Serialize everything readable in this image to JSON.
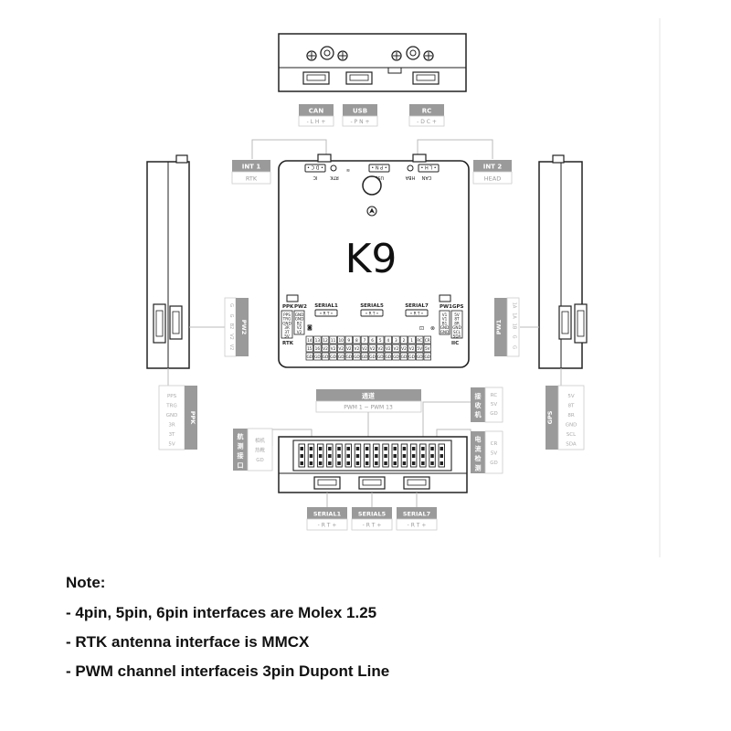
{
  "board": {
    "title": "K9",
    "int_labels": {
      "int1": {
        "title": "INT 1",
        "sub": "RTK"
      },
      "int2": {
        "title": "INT 2",
        "sub": "HEAD"
      }
    },
    "top_connectors": {
      "rtk": "RTK",
      "ic": "IC",
      "usb": "USB",
      "hba": "HBA",
      "can": "CAN",
      "pins_left": "• D C •",
      "pins_mid": "• P N •",
      "pins_right": "• L H •"
    },
    "left_group": {
      "ppk": "PPK",
      "pw2": "PW2",
      "rtk": "RTK",
      "pins_a": [
        "PPS",
        "TRG",
        "GND",
        "3R",
        "3T",
        "5V"
      ],
      "pins_b": [
        "GND",
        "GND",
        "B2",
        "V2",
        "V2"
      ]
    },
    "right_group": {
      "pw1": "PW1",
      "gps": "GPS",
      "ic": "IIC",
      "pins_a": [
        "V1",
        "V1",
        "B1",
        "GND",
        "GND"
      ],
      "pins_b": [
        "5V",
        "8T",
        "8R",
        "GND",
        "SCL",
        "SDA"
      ]
    },
    "serials": [
      {
        "name": "SERIAL1",
        "pins": "• R T •"
      },
      {
        "name": "SERIAL5",
        "pins": "• R T •"
      },
      {
        "name": "SERIAL7",
        "pins": "• R T •"
      }
    ],
    "pwm_top": [
      "14",
      "13",
      "12",
      "11",
      "10",
      "9",
      "8",
      "7",
      "6",
      "5",
      "4",
      "3",
      "2",
      "1",
      "RC",
      "CR"
    ],
    "pwm_mid": [
      "15",
      "16",
      "V2",
      "V2",
      "V2",
      "V2",
      "V2",
      "V2",
      "V2",
      "V2",
      "V2",
      "V2",
      "V2",
      "V2",
      "5V",
      "5V"
    ],
    "pwm_bot": [
      "GD",
      "GD",
      "GD",
      "GD",
      "GD",
      "GD",
      "GD",
      "GD",
      "GD",
      "GD",
      "GD",
      "GD",
      "GD",
      "GD",
      "GD",
      "GD"
    ]
  },
  "top_module": {
    "labels": [
      {
        "title": "CAN",
        "pins": "- L H +"
      },
      {
        "title": "USB",
        "pins": "- P N +"
      },
      {
        "title": "RC",
        "pins": "- D C +"
      }
    ]
  },
  "side_labels": {
    "pw2": {
      "title": "PW2",
      "pins": [
        "G",
        "G",
        "B2",
        "V2",
        "V2"
      ]
    },
    "pw1": {
      "title": "PW1",
      "pins": [
        "1A",
        "1A",
        "1B",
        "G",
        "G"
      ]
    },
    "ppk": {
      "title": "PPK",
      "pins": [
        "PPS",
        "TRG",
        "GND",
        "3R",
        "3T",
        "5V"
      ]
    },
    "gps": {
      "title": "GPS",
      "pins": [
        "5V",
        "8T",
        "8R",
        "GND",
        "SCL",
        "SDA"
      ]
    }
  },
  "bottom_module": {
    "channel": {
      "title": "通道",
      "sub": "PWM 1 ~ PWM 13"
    },
    "receiver": {
      "title": "接收机",
      "pins": [
        "RC",
        "5V",
        "GD"
      ]
    },
    "nav": {
      "title": "航测接口",
      "pins": [
        "相机",
        "热靴",
        "GD"
      ]
    },
    "current": {
      "title": "电流检测",
      "pins": [
        "CR",
        "5V",
        "GD"
      ]
    },
    "serial_labels": [
      {
        "title": "SERIAL1",
        "pins": "- R T +"
      },
      {
        "title": "SERIAL5",
        "pins": "- R T +"
      },
      {
        "title": "SERIAL7",
        "pins": "- R T +"
      }
    ]
  },
  "notes": {
    "heading": "Note:",
    "lines": [
      "- 4pin, 5pin, 6pin interfaces are Molex 1.25",
      "- RTK antenna interface is MMCX",
      "- PWM channel interfaceis 3pin Dupont Line"
    ]
  }
}
